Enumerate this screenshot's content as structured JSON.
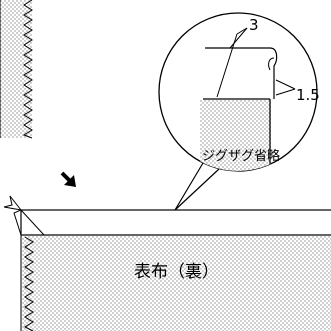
{
  "labels": {
    "seam_allowance_top": "3",
    "seam_allowance_right": "1.5",
    "zigzag_omitted": "ジグザグ省略",
    "fabric_wrong_side": "表布（裏）"
  },
  "icons": {
    "direction_arrow": "arrow-down-right-icon"
  },
  "colors": {
    "line": "#000000",
    "dot_fill": "#b0b0b0",
    "background": "#ffffff"
  }
}
